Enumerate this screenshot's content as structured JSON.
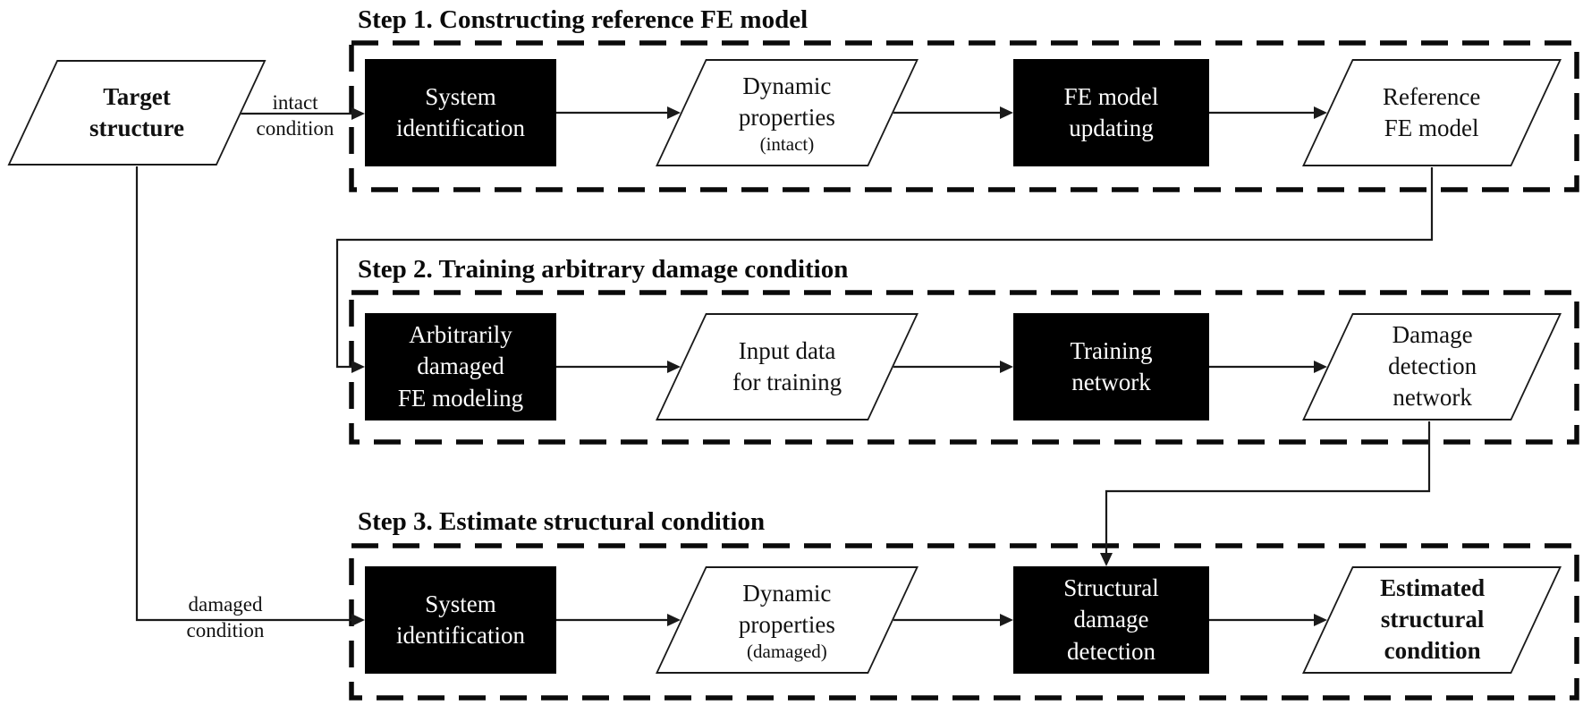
{
  "colors": {
    "background": "#ffffff",
    "process_fill": "#000000",
    "process_text": "#ffffff",
    "line": "#1a1a1a",
    "text": "#111111"
  },
  "start": {
    "line1": "Target",
    "line2": "structure"
  },
  "labels": {
    "intact": {
      "line1": "intact",
      "line2": "condition"
    },
    "damaged": {
      "line1": "damaged",
      "line2": "condition"
    }
  },
  "steps": [
    {
      "title": "Step 1. Constructing reference FE model",
      "nodes": [
        {
          "kind": "process",
          "line1": "System",
          "line2": "identification"
        },
        {
          "kind": "data",
          "line1": "Dynamic",
          "line2": "properties",
          "line3": "(intact)"
        },
        {
          "kind": "process",
          "line1": "FE model",
          "line2": "updating"
        },
        {
          "kind": "data",
          "line1": "Reference",
          "line2": "FE model"
        }
      ]
    },
    {
      "title": "Step 2. Training arbitrary damage condition",
      "nodes": [
        {
          "kind": "process",
          "line1": "Arbitrarily",
          "line2": "damaged",
          "line3": "FE modeling"
        },
        {
          "kind": "data",
          "line1": "Input data",
          "line2": "for training"
        },
        {
          "kind": "process",
          "line1": "Training",
          "line2": "network"
        },
        {
          "kind": "data",
          "line1": "Damage",
          "line2": "detection",
          "line3": "network"
        }
      ]
    },
    {
      "title": "Step 3. Estimate structural condition",
      "nodes": [
        {
          "kind": "process",
          "line1": "System",
          "line2": "identification"
        },
        {
          "kind": "data",
          "line1": "Dynamic",
          "line2": "properties",
          "line3": "(damaged)"
        },
        {
          "kind": "process",
          "line1": "Structural",
          "line2": "damage",
          "line3": "detection"
        },
        {
          "kind": "data",
          "line1": "Estimated",
          "line2": "structural",
          "line3": "condition"
        }
      ]
    }
  ]
}
